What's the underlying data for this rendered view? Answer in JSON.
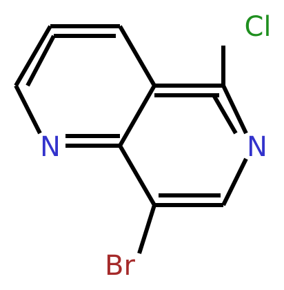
{
  "molecule": {
    "atoms": {
      "n_pyridine": "N",
      "n_ring2": "N",
      "chlorine": "Cl",
      "bromine": "Br"
    },
    "colors": {
      "bond": "#000000",
      "nitrogen": "#3333cc",
      "chlorine": "#1f8f1f",
      "bromine": "#a52a2a"
    }
  }
}
